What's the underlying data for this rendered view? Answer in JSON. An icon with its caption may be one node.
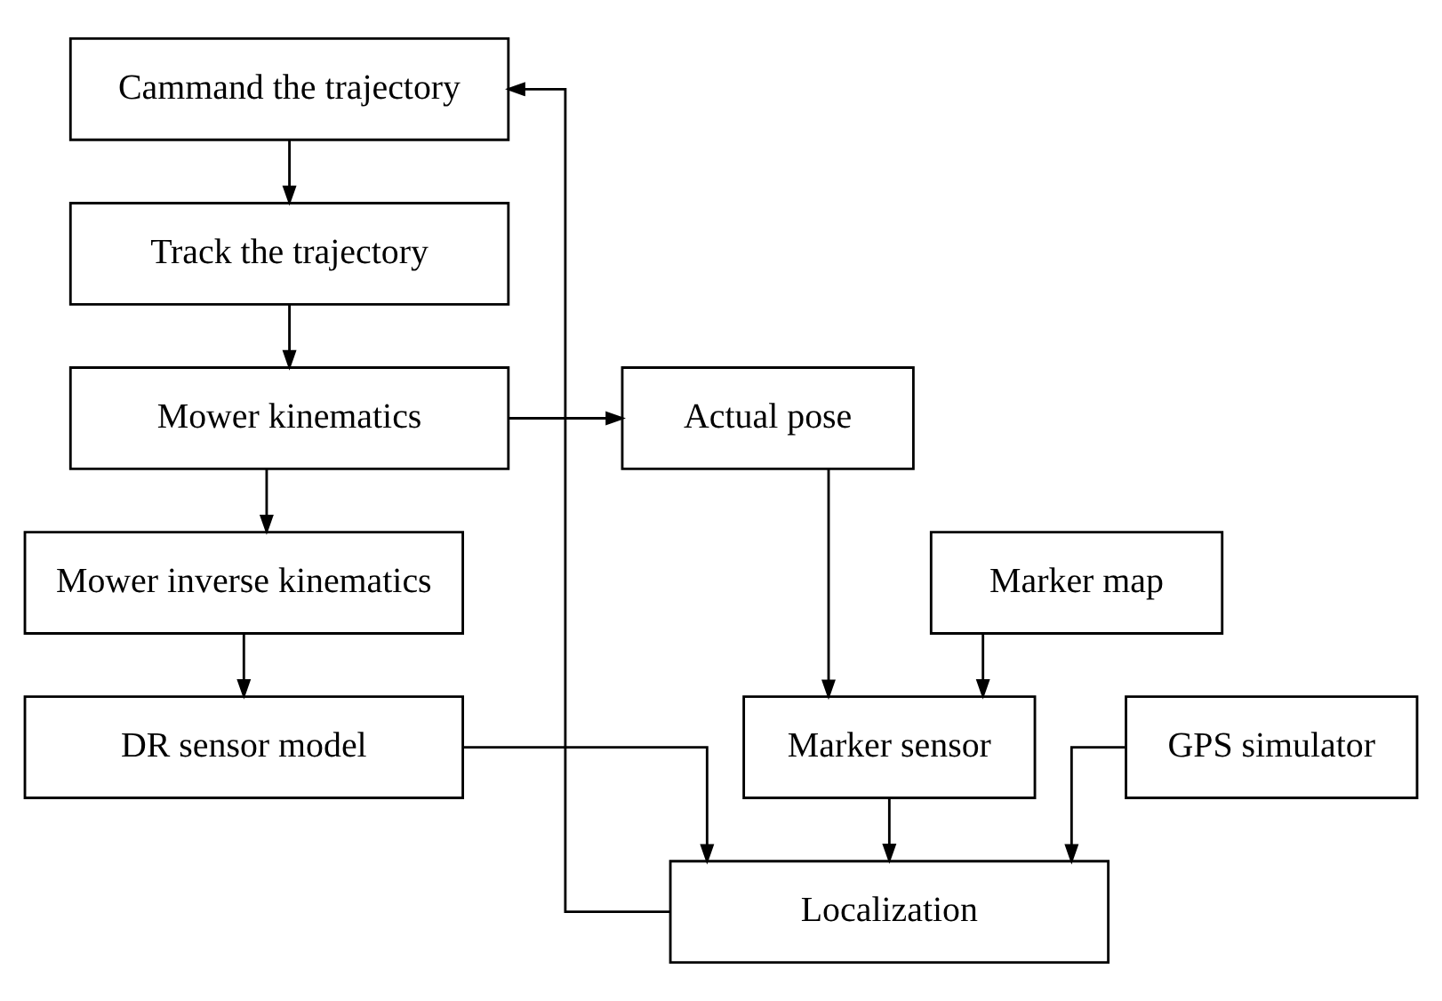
{
  "diagram": {
    "nodes": [
      {
        "text": [
          "Cammand the trajectory"
        ]
      },
      {
        "text": [
          "Track the trajectory"
        ]
      },
      {
        "text": [
          "Mower kinematics"
        ]
      },
      {
        "text": [
          "Actual pose"
        ]
      },
      {
        "text": [
          "Mower inverse kinematics"
        ]
      },
      {
        "text": [
          "Marker map"
        ]
      },
      {
        "text": [
          "DR sensor model"
        ]
      },
      {
        "text": [
          "Marker sensor"
        ]
      },
      {
        "text": [
          "GPS simulator"
        ]
      },
      {
        "text": [
          "Localization"
        ]
      }
    ],
    "edges": [
      {
        "from": 0,
        "to": 1,
        "arrow": "to"
      },
      {
        "from": 1,
        "to": 2,
        "arrow": "to"
      },
      {
        "from": 2,
        "to": 3,
        "arrow": "to"
      },
      {
        "from": 2,
        "to": 4,
        "arrow": "to"
      },
      {
        "from": 4,
        "to": 6,
        "arrow": "to"
      },
      {
        "from": 6,
        "to": 9,
        "arrow": "to"
      },
      {
        "from": 3,
        "to": 7,
        "arrow": "to"
      },
      {
        "from": 5,
        "to": 7,
        "arrow": "to"
      },
      {
        "from": 7,
        "to": 9,
        "arrow": "to"
      },
      {
        "from": 8,
        "to": 9,
        "arrow": "to"
      },
      {
        "from": 9,
        "to": 0,
        "arrow": "to"
      }
    ]
  }
}
